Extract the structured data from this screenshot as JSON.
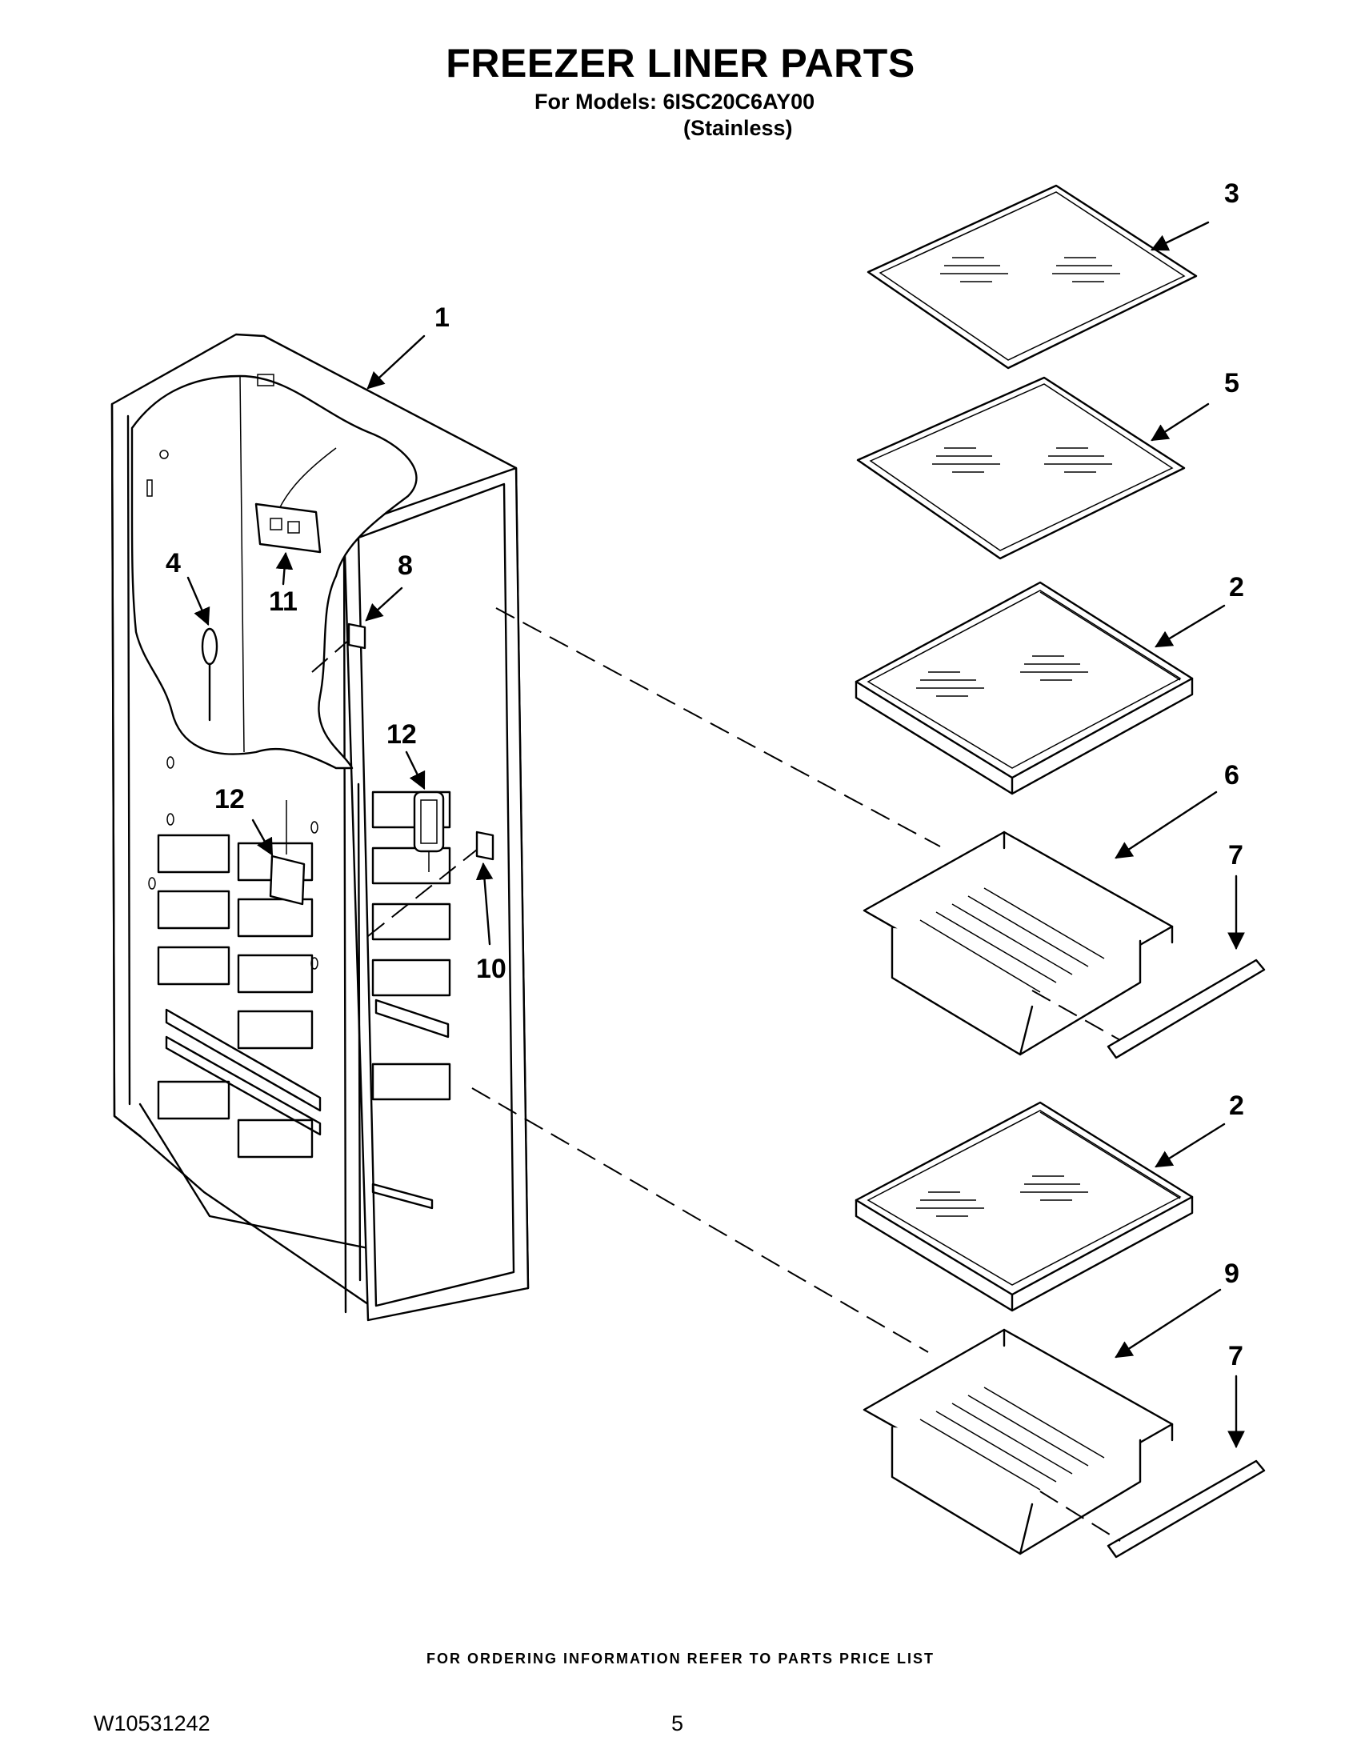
{
  "header": {
    "title": "FREEZER LINER PARTS",
    "models_line": "For Models: 6ISC20C6AY00",
    "variant": "(Stainless)"
  },
  "callouts": [
    "1",
    "2",
    "2",
    "3",
    "4",
    "5",
    "6",
    "7",
    "7",
    "8",
    "9",
    "10",
    "11",
    "12",
    "12"
  ],
  "footer": {
    "ordering_note": "FOR ORDERING INFORMATION REFER TO PARTS PRICE LIST",
    "document_number": "W10531242",
    "page_number": "5"
  }
}
